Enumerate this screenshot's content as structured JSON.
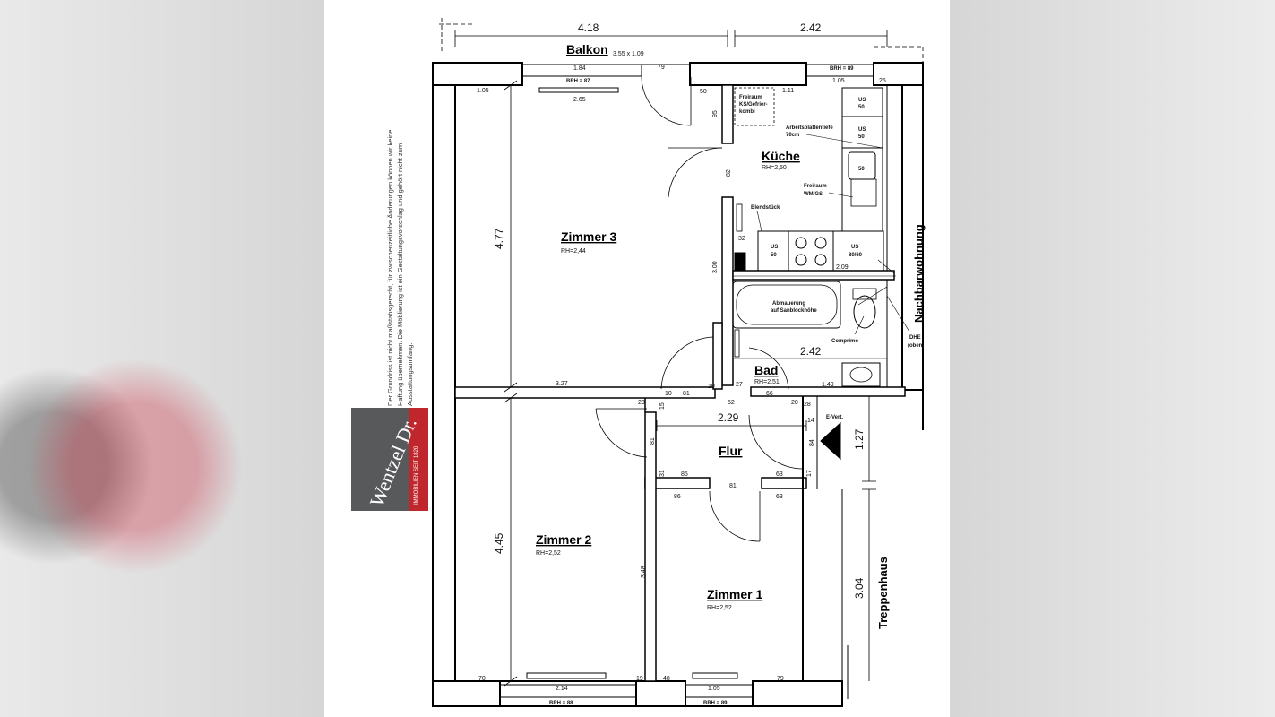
{
  "rooms": {
    "zimmer3": {
      "name": "Zimmer 3",
      "rh": "RH=2,44"
    },
    "zimmer2": {
      "name": "Zimmer 2",
      "rh": "RH=2,52"
    },
    "zimmer1": {
      "name": "Zimmer 1",
      "rh": "RH=2,52"
    },
    "kueche": {
      "name": "Küche",
      "rh": "RH=2,50"
    },
    "bad": {
      "name": "Bad",
      "rh": "RH=2,51"
    },
    "flur": {
      "name": "Flur"
    },
    "balkon": {
      "name": "Balkon",
      "size": "3,55 x 1,09"
    }
  },
  "side_labels": {
    "nachbarwohnung": "Nachbarwohnung",
    "treppenhaus": "Treppenhaus"
  },
  "dimensions": {
    "top_left": "4.18",
    "top_right": "2.42",
    "z3_height": "4.77",
    "z2_height": "4.45",
    "right_127": "1.27",
    "right_304": "3.04",
    "bad_width": "2.42",
    "flur_width": "2.29",
    "d184": "1.84",
    "d79a": "79",
    "d265": "2.65",
    "d105a": "1.05",
    "d105b": "1.05",
    "d105c": "1.05",
    "d111": "1.11",
    "d25": "25",
    "d50a": "50",
    "d95": "95",
    "d82": "82",
    "d300": "3.00",
    "d32": "32",
    "d209": "2.09",
    "d327": "3.27",
    "d10a": "10",
    "d81a": "81",
    "d10b": "10",
    "d52": "52",
    "d66": "66",
    "d28": "28",
    "d20": "20",
    "d27": "27",
    "d149": "1.49",
    "d20b": "20",
    "d15": "15",
    "d81b": "81",
    "d85": "85",
    "d63a": "63",
    "d31": "31",
    "d17": "17",
    "d84": "84",
    "d14": "14",
    "d86": "86",
    "d81c": "81",
    "d63b": "63",
    "d348": "3.48",
    "d70": "70",
    "d19": "19",
    "d214": "2.14",
    "d48": "48",
    "d79b": "79"
  },
  "brh": {
    "b89a": "BRH = 89",
    "b87": "BRH = 87",
    "b88": "BRH = 88",
    "b89b": "BRH = 89"
  },
  "annotations": {
    "freiraum_ks": [
      "Freiraum",
      "KS/Gefrier-",
      "kombi"
    ],
    "us50a": [
      "US",
      "50"
    ],
    "us50b": [
      "US",
      "50"
    ],
    "us50c": [
      "US",
      "50"
    ],
    "us8060": [
      "US",
      "80/60"
    ],
    "spuele": "50",
    "arbeitsplatte": [
      "Arbeitsplattentiefe",
      "70cm"
    ],
    "freiraum_wm": [
      "Freiraum",
      "WM/GS"
    ],
    "blendstueck": "Blendstück",
    "abmauerung": [
      "Abmauerung",
      "auf Sanblockhöhe"
    ],
    "comprimo": "Comprimo",
    "dhe": [
      "DHE",
      "(oben)"
    ],
    "evert": "E-Vert."
  },
  "disclaimer": "Der Grundriss ist nicht maßstabsgerecht, für zwischenzeitliche Änderungen können wir keine Haftung übernehmen. Die Möblierung ist ein Gestaltungsvorschlag und gehört nicht zum Ausstattungsumfang.",
  "logo": {
    "name": "Wentzel Dr.",
    "tagline": "IMMOBILIEN SEIT 1820"
  },
  "colors": {
    "wall": "#000000",
    "logo_grey": "#58595b",
    "logo_red": "#c0272d"
  }
}
